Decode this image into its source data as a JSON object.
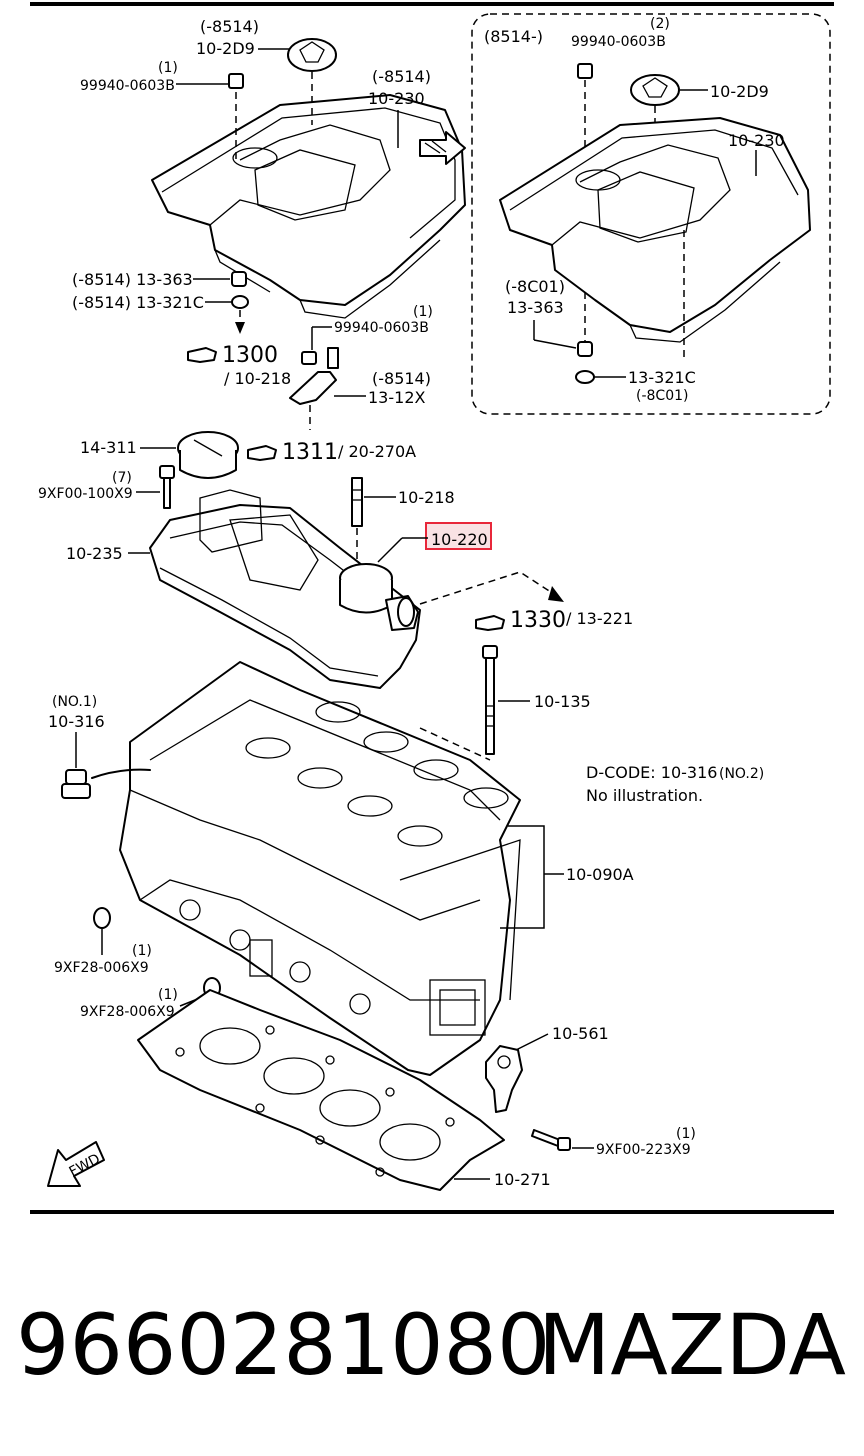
{
  "labels": {
    "insert_box_header": "(8514-)",
    "cover_top_prefix": "(-8514)",
    "cover_top_part": "10-2D9",
    "bolt_top_qty": "(1)",
    "bolt_top_part": "99940-0603B",
    "cover_prefix": "(-8514)",
    "cover_part": "10-230",
    "insert_bolt_qty": "(2)",
    "insert_bolt_part": "99940-0603B",
    "insert_cap_part": "10-2D9",
    "insert_cover_part": "10-230",
    "grommet_left": "(-8514) 13-363",
    "insulator_left": "(-8514) 13-321C",
    "insert_grommet_prefix": "(-8C01)",
    "insert_grommet_part": "13-363",
    "insert_insulator_part": "13-321C",
    "insert_insulator_suffix": "(-8C01)",
    "ref_1300": "1300",
    "ref_1300_sub": "/ 10-218",
    "bracket_bolt_qty": "(1)",
    "bracket_bolt_part": "99940-0603B",
    "bracket_prefix": "(-8514)",
    "bracket_part": "13-12X",
    "oil_cap_part": "14-311",
    "ref_1311": "1311",
    "ref_1311_sub": "/ 20-270A",
    "cover_bolt_qty": "(7)",
    "cover_bolt_part": "9XF00-100X9",
    "stud_part": "10-218",
    "valve_cover_part": "10-235",
    "pcv_part": "10-220",
    "ref_1330": "1330",
    "ref_1330_sub": "/ 13-221",
    "plug_qty": "(NO.1)",
    "plug_part": "10-316",
    "head_bolt_part": "10-135",
    "dcode_line1": "D-CODE: 10-316",
    "dcode_line1_suffix": "(NO.2)",
    "dcode_line2": "No illustration.",
    "head_part": "10-090A",
    "seal_a_qty": "(1)",
    "seal_a_part": "9XF28-006X9",
    "seal_b_qty": "(1)",
    "seal_b_part": "9XF28-006X9",
    "hanger_part": "10-561",
    "hanger_bolt_qty": "(1)",
    "hanger_bolt_part": "9XF00-223X9",
    "gasket_part": "10-271",
    "fwd": "FWD"
  },
  "highlight": {
    "part": "10-220",
    "color": "#e8273a"
  },
  "icons": [
    "hand-pointer-icon",
    "fwd-arrow-icon",
    "hollow-arrow-icon"
  ],
  "footer": {
    "part_number": "9660281080",
    "brand": "MAZDA"
  }
}
